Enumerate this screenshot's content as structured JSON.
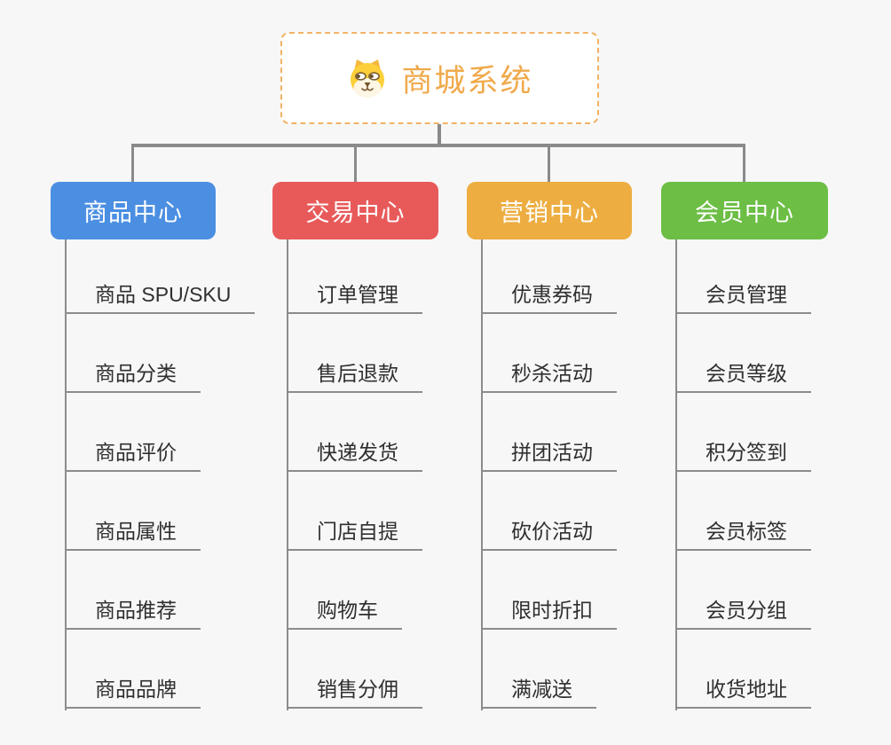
{
  "root": {
    "title": "商城系统",
    "icon": "shiba-dog-icon",
    "border_color": "#f2b266",
    "title_color": "#f0a94b"
  },
  "connector_color": "#8a8a8a",
  "background_color": "#f7f7f7",
  "branches": [
    {
      "label": "商品中心",
      "color": "#4b8fe2",
      "items": [
        "商品 SPU/SKU",
        "商品分类",
        "商品评价",
        "商品属性",
        "商品推荐",
        "商品品牌"
      ]
    },
    {
      "label": "交易中心",
      "color": "#e85a5a",
      "items": [
        "订单管理",
        "售后退款",
        "快递发货",
        "门店自提",
        "购物车",
        "销售分佣"
      ]
    },
    {
      "label": "营销中心",
      "color": "#edad41",
      "items": [
        "优惠券码",
        "秒杀活动",
        "拼团活动",
        "砍价活动",
        "限时折扣",
        "满减送"
      ]
    },
    {
      "label": "会员中心",
      "color": "#6cbe45",
      "items": [
        "会员管理",
        "会员等级",
        "积分签到",
        "会员标签",
        "会员分组",
        "收货地址"
      ]
    }
  ]
}
